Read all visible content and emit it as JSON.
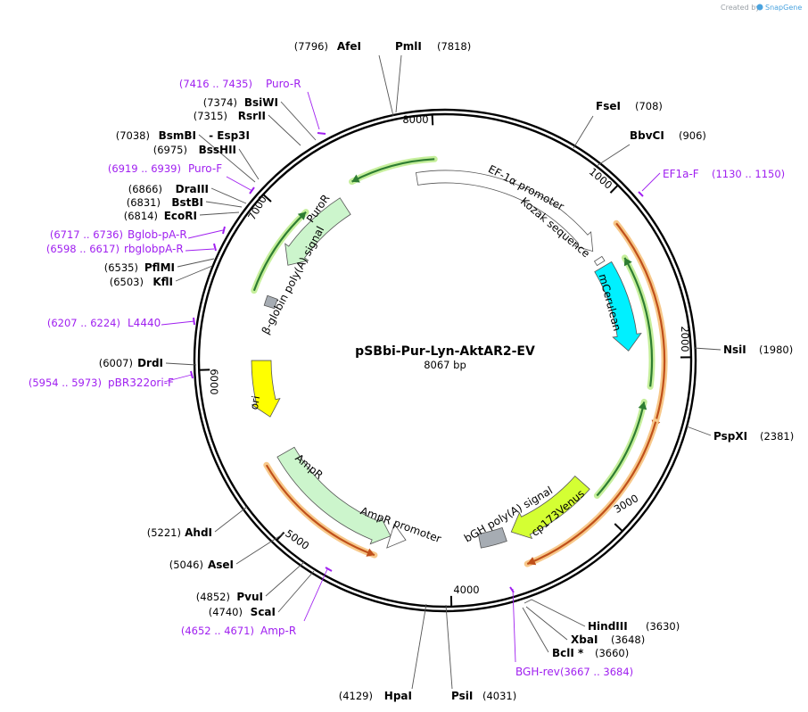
{
  "plasmid": {
    "name": "pSBbi-Pur-Lyn-AktAR2-EV",
    "length_text": "8067 bp",
    "length": 8067
  },
  "credit": {
    "created_by": "Created by",
    "brand": "SnapGene"
  },
  "ticks": [
    "1000",
    "2000",
    "3000",
    "4000",
    "5000",
    "6000",
    "7000",
    "8000"
  ],
  "sites": [
    {
      "name": "AfeI",
      "pos": "(7796)"
    },
    {
      "name": "PmlI",
      "pos": "(7818)"
    },
    {
      "name": "FseI",
      "pos": "(708)"
    },
    {
      "name": "BbvCI",
      "pos": "(906)"
    },
    {
      "name": "NsiI",
      "pos": "(1980)"
    },
    {
      "name": "PspXI",
      "pos": "(2381)"
    },
    {
      "name": "HindIII",
      "pos": "(3630)"
    },
    {
      "name": "XbaI",
      "pos": "(3648)"
    },
    {
      "name": "BclI *",
      "pos": "(3660)"
    },
    {
      "name": "PsiI",
      "pos": "(4031)"
    },
    {
      "name": "HpaI",
      "pos": "(4129)"
    },
    {
      "name": "ScaI",
      "pos": "(4740)"
    },
    {
      "name": "PvuI",
      "pos": "(4852)"
    },
    {
      "name": "AseI",
      "pos": "(5046)"
    },
    {
      "name": "AhdI",
      "pos": "(5221)"
    },
    {
      "name": "DrdI",
      "pos": "(6007)"
    },
    {
      "name": "KflI",
      "pos": "(6503)"
    },
    {
      "name": "PflMI",
      "pos": "(6535)"
    },
    {
      "name": "EcoRI",
      "pos": "(6814)"
    },
    {
      "name": "BstBI",
      "pos": "(6831)"
    },
    {
      "name": "DraIII",
      "pos": "(6866)"
    },
    {
      "name": "BssHII",
      "pos": "(6975)"
    },
    {
      "name": "BsmBI",
      "pos": "(7038)"
    },
    {
      "name": "- Esp3I",
      "pos": ""
    },
    {
      "name": "RsrII",
      "pos": "(7315)"
    },
    {
      "name": "BsiWI",
      "pos": "(7374)"
    }
  ],
  "primers": [
    {
      "name": "Puro-R",
      "range": "(7416 .. 7435)"
    },
    {
      "name": "Puro-F",
      "range": "(6919 .. 6939)"
    },
    {
      "name": "EF1a-F",
      "range": "(1130 .. 1150)"
    },
    {
      "name": "Bglob-pA-R",
      "range": "(6717 .. 6736)"
    },
    {
      "name": "rbglobpA-R",
      "range": "(6598 .. 6617)"
    },
    {
      "name": "L4440",
      "range": "(6207 .. 6224)"
    },
    {
      "name": "pBR322ori-F",
      "range": "(5954 .. 5973)"
    },
    {
      "name": "BGH-rev",
      "range": "(3667 .. 3684)"
    },
    {
      "name": "Amp-R",
      "range": "(4652 .. 4671)"
    }
  ],
  "features": [
    {
      "name": "EF-1α promoter",
      "color": "#ffffff"
    },
    {
      "name": "Kozak sequence",
      "color": "#ffffff"
    },
    {
      "name": "mCerulean",
      "color": "#00f0ff"
    },
    {
      "name": "cp173Venus",
      "color": "#d4ff33"
    },
    {
      "name": "bGH poly(A) signal",
      "color": "#a6acb3"
    },
    {
      "name": "AmpR promoter",
      "color": "#ffffff"
    },
    {
      "name": "AmpR",
      "color": "#ccf5cc"
    },
    {
      "name": "ori",
      "color": "#ffff00"
    },
    {
      "name": "β-globin poly(A) signal",
      "color": "#a6acb3"
    },
    {
      "name": "PuroR",
      "color": "#ccf5cc"
    }
  ],
  "colors": {
    "primer": "#a020f0",
    "orf_arc": "#2e7d32",
    "orf_glow": "#c6ef9c",
    "orange_arc": "#c0501a",
    "orange_glow": "#f7c88a"
  }
}
